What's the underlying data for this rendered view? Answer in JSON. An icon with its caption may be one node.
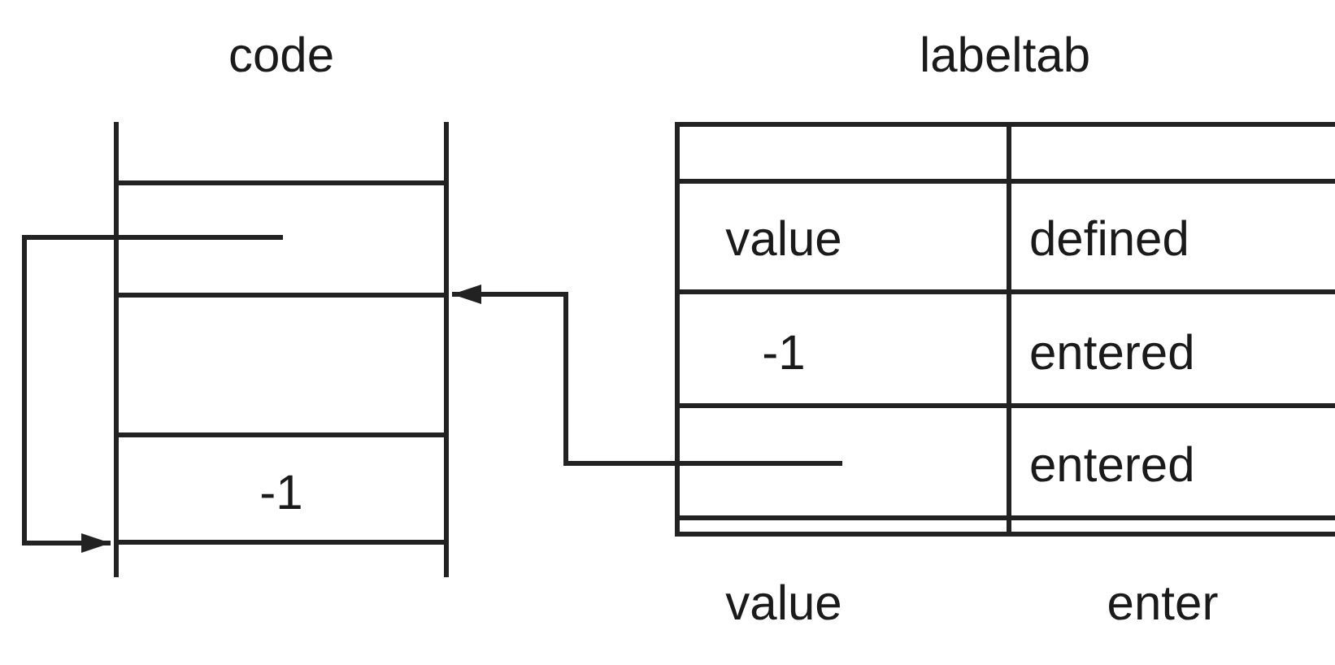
{
  "diagram": {
    "nodes": [
      {
        "text": [
          "code"
        ]
      },
      {
        "text": [],
        "shape": "box",
        "in": 0
      },
      {
        "text": [],
        "shape": "box",
        "in": 0
      },
      {
        "text": [
          "-1"
        ],
        "in": 0
      },
      {
        "text": [
          "labeltab"
        ]
      },
      {
        "text": [],
        "shape": "box",
        "in": 4
      }
    ],
    "edges": [
      {
        "from": 1,
        "to": 3,
        "arrow": "to"
      },
      {
        "from": 5,
        "to": 2,
        "arrow": "to"
      }
    ],
    "labels": [
      "value",
      "defined",
      "-1",
      "entered",
      "entered",
      "value",
      "enter"
    ]
  }
}
